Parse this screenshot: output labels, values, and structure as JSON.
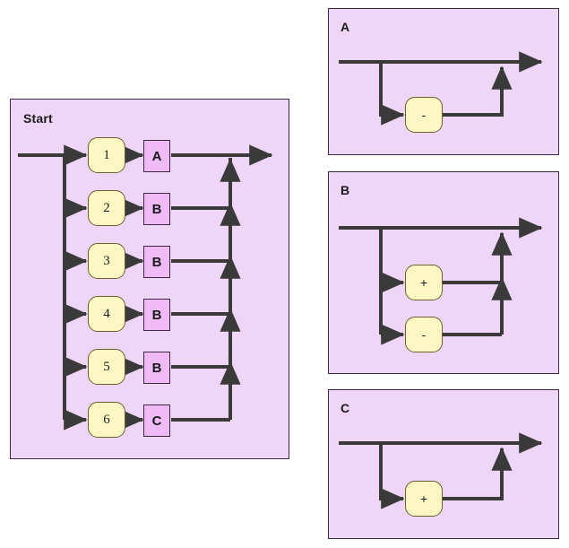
{
  "diagram": {
    "type": "flow-diagram",
    "panels": [
      {
        "id": "main",
        "title": "Start",
        "rows": [
          {
            "index": "1",
            "label": "A"
          },
          {
            "index": "2",
            "label": "B"
          },
          {
            "index": "3",
            "label": "B"
          },
          {
            "index": "4",
            "label": "B"
          },
          {
            "index": "5",
            "label": "B"
          },
          {
            "index": "6",
            "label": "C"
          }
        ]
      },
      {
        "id": "a",
        "title": "A",
        "nodes": [
          {
            "label": "-"
          }
        ]
      },
      {
        "id": "b",
        "title": "B",
        "nodes": [
          {
            "label": "+"
          },
          {
            "label": "-"
          }
        ]
      },
      {
        "id": "c",
        "title": "C",
        "nodes": [
          {
            "label": "+"
          }
        ]
      }
    ]
  },
  "colors": {
    "panel_fill": "#efd5f7",
    "panel_stroke": "#3b2a3f",
    "round_node_fill": "#fdf7c3",
    "round_node_stroke": "#6b5e2a",
    "rect_node_fill": "#f0baf7",
    "rect_node_stroke": "#3b2a3f",
    "wire": "#3a3a3a",
    "background": "#ffffff"
  }
}
